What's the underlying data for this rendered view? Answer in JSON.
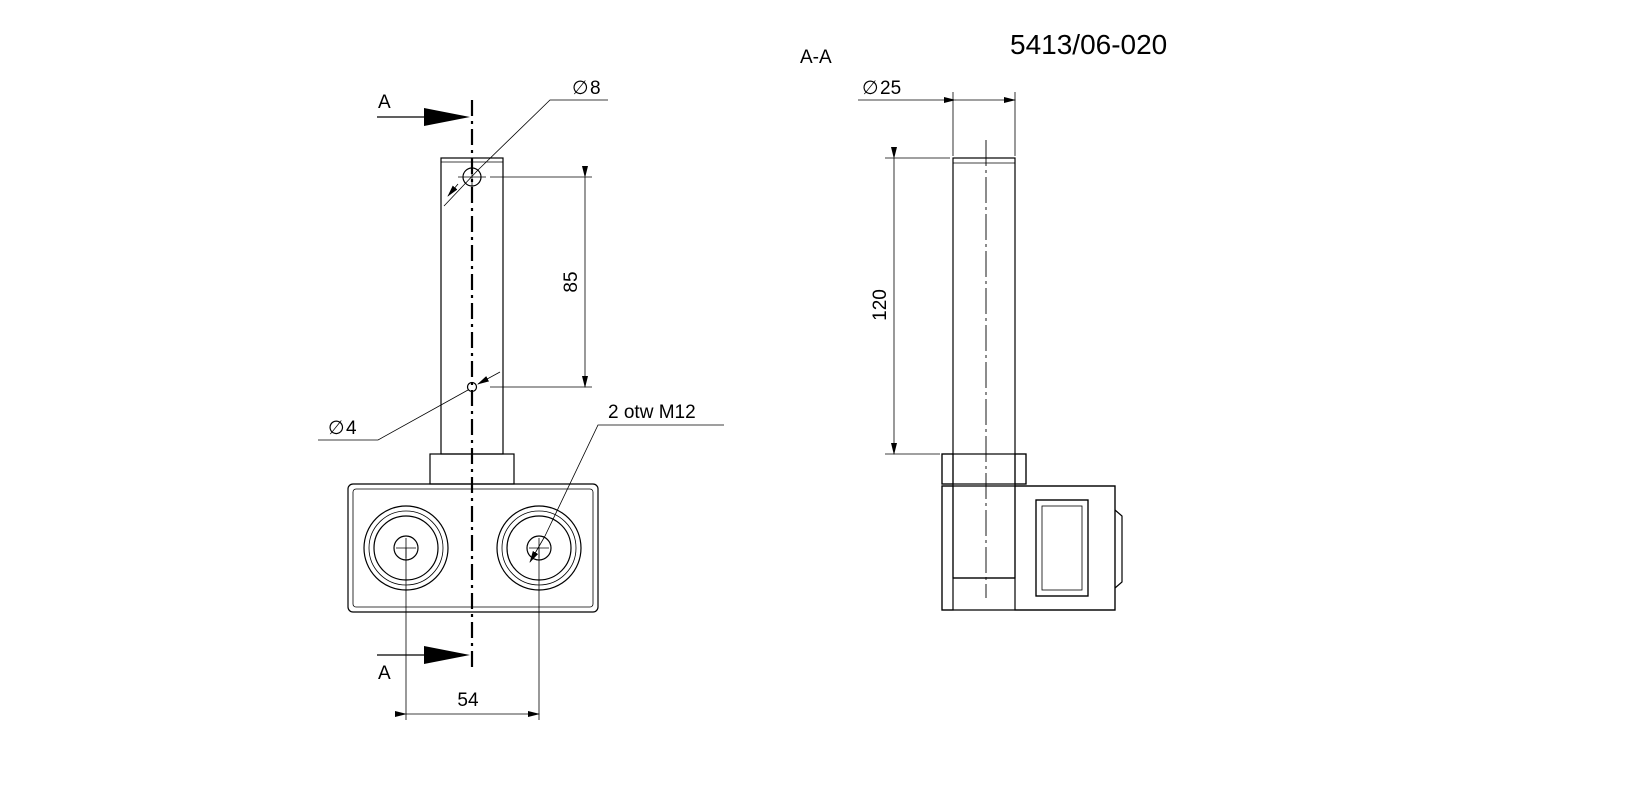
{
  "drawing": {
    "number": "5413/06-020",
    "section_title": "A-A",
    "cut_label_top": "A",
    "cut_label_bottom": "A",
    "dims": {
      "d8": "8",
      "d4": "4",
      "len85": "85",
      "holes": "2 otw M12",
      "spacing54": "54",
      "d25": "25",
      "len120": "120"
    },
    "icons": {
      "diameter": "diameter-symbol",
      "arrow": "arrowhead"
    }
  }
}
